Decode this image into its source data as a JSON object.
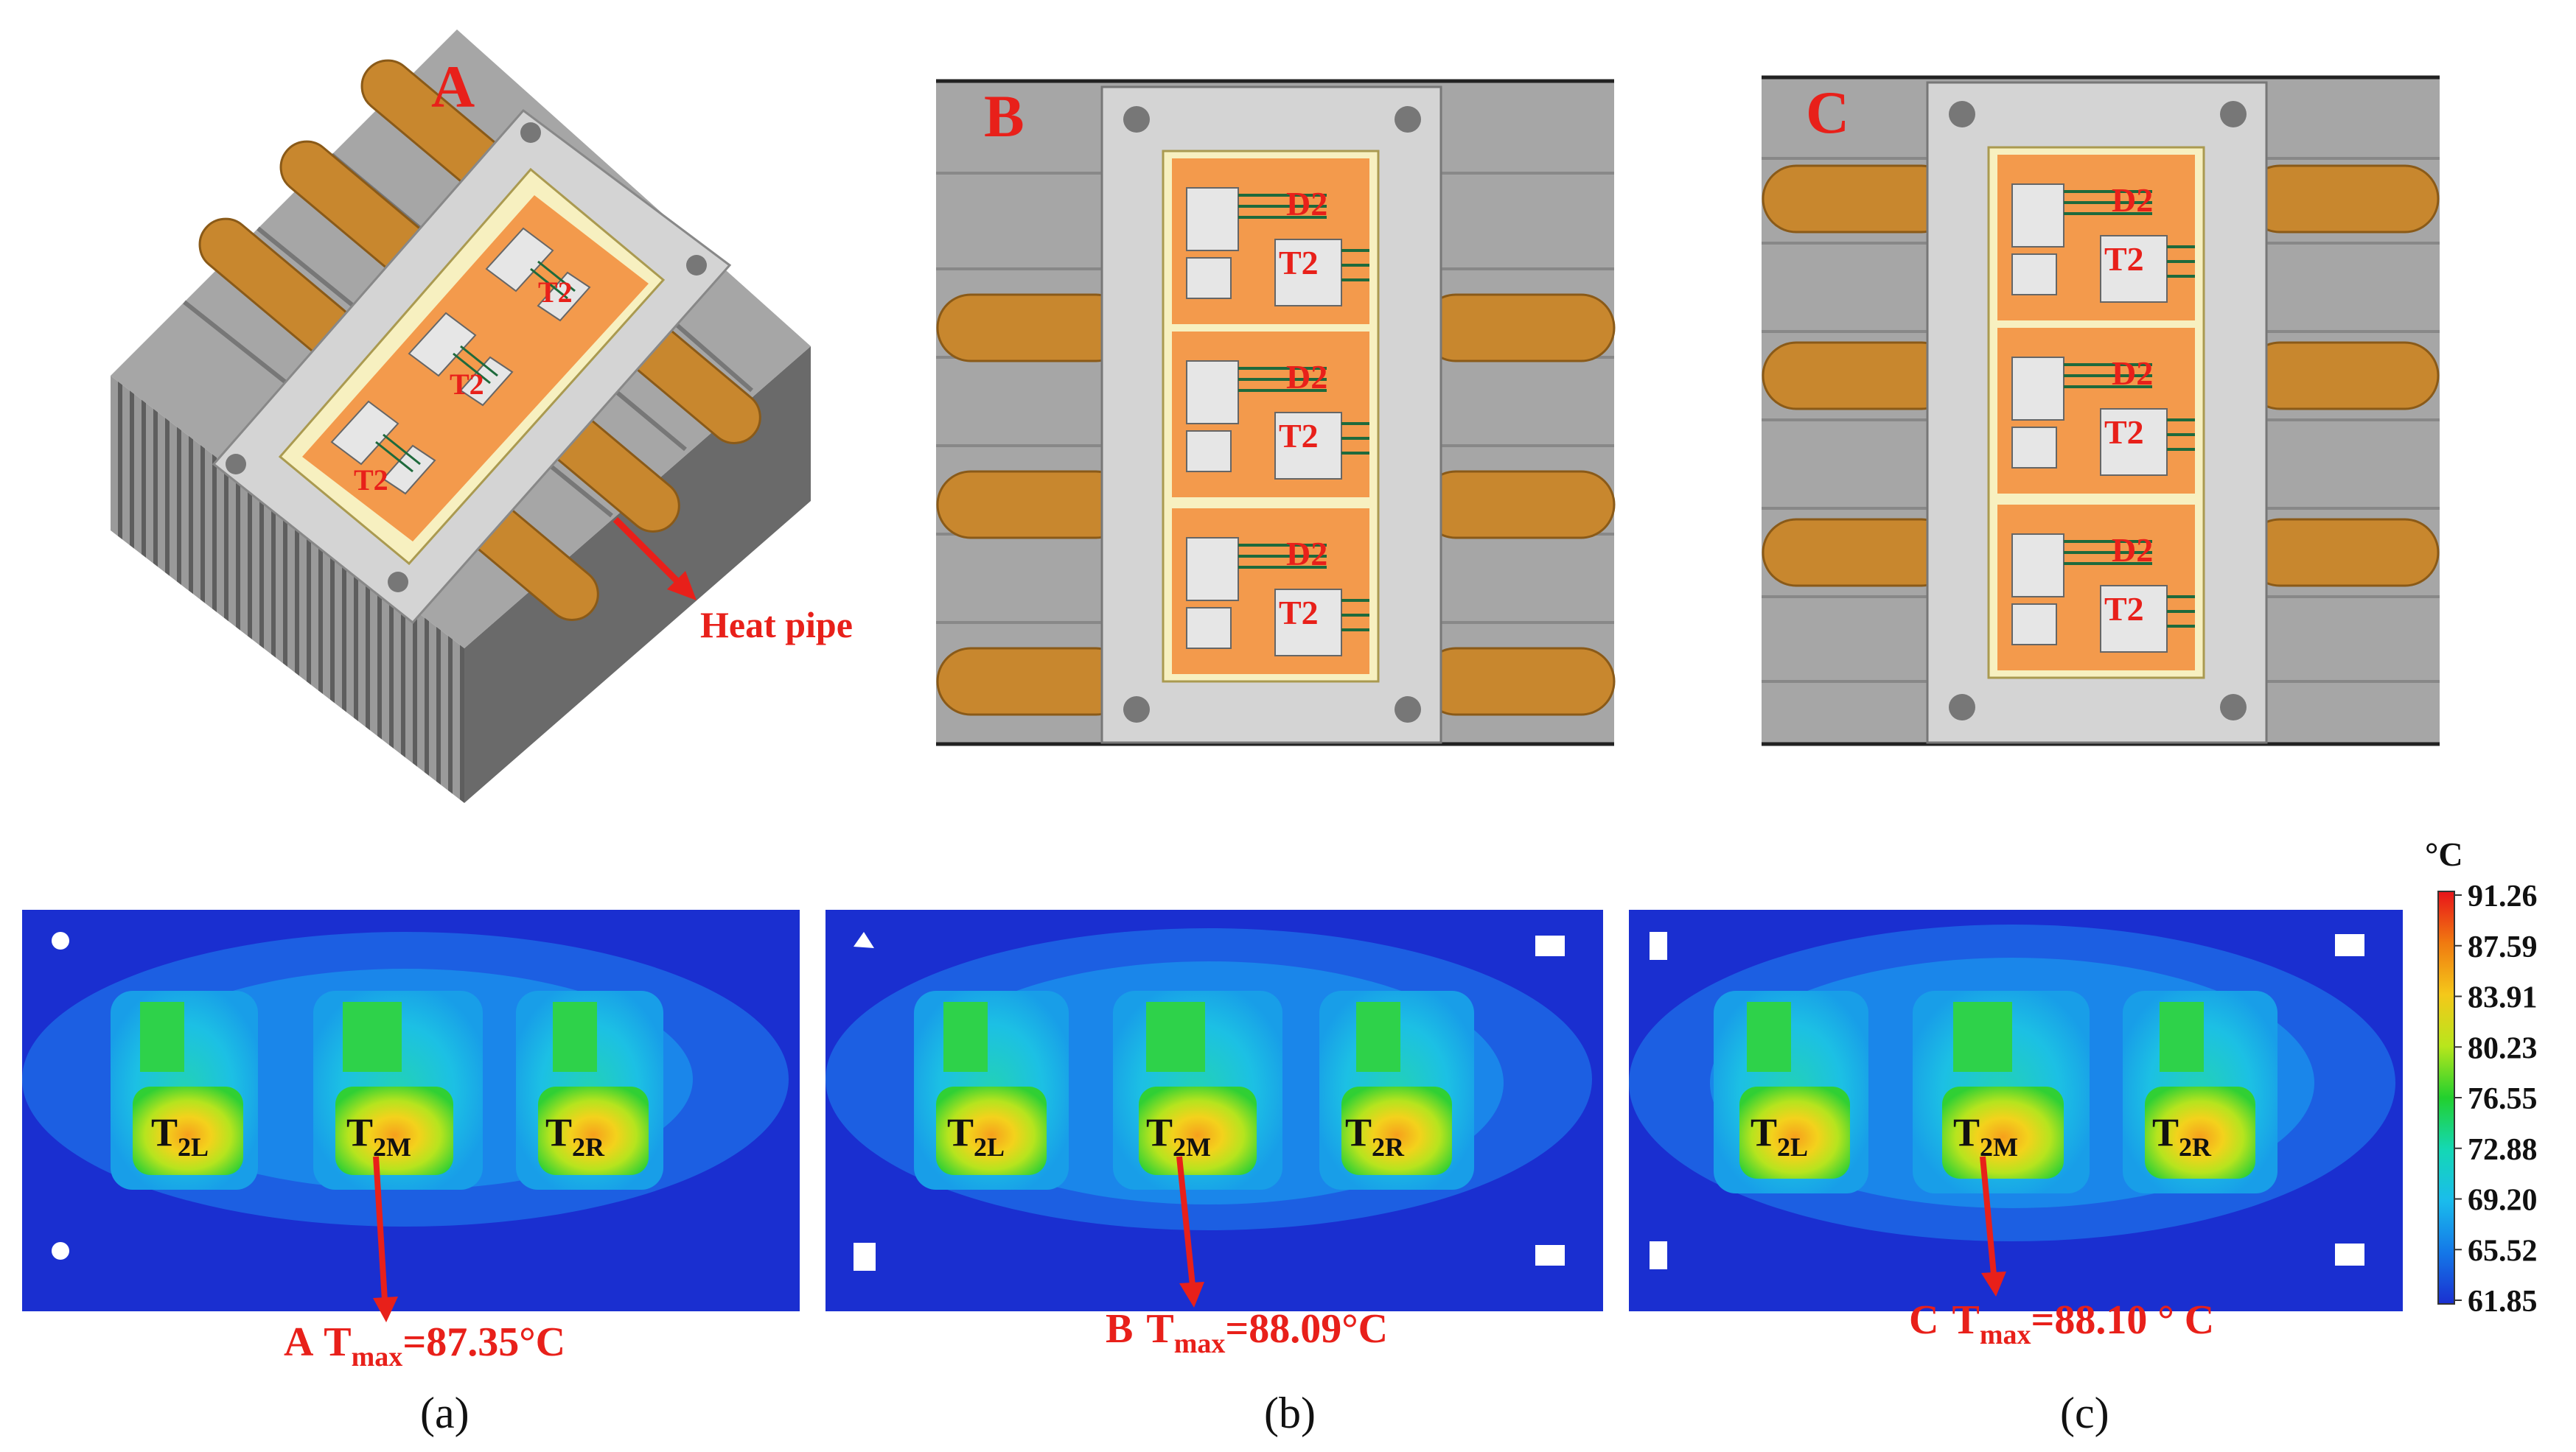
{
  "colors": {
    "label_red": "#e8201a",
    "heatsink_gray": "#8c8c8c",
    "plate_gray": "#d4d4d4",
    "heat_pipe": "#c8872e",
    "substrate": "#f7f0c0",
    "copper": "#f39a4c",
    "chip_gray": "#e6e6e6",
    "bond_green": "#1e6a3c"
  },
  "top_row": {
    "a": {
      "letter": "A",
      "heat_pipe_label": "Heat pipe",
      "chip_labels": [
        "T2",
        "T2",
        "T2"
      ]
    },
    "b": {
      "letter": "B",
      "chip_labels": [
        [
          "D2",
          "T2"
        ],
        [
          "D2",
          "T2"
        ],
        [
          "D2",
          "T2"
        ]
      ]
    },
    "c": {
      "letter": "C",
      "chip_labels": [
        [
          "D2",
          "T2"
        ],
        [
          "D2",
          "T2"
        ],
        [
          "D2",
          "T2"
        ]
      ]
    }
  },
  "thermal_maps": [
    {
      "id": "a",
      "label_prefix": "A",
      "tmax_symbol": "T",
      "tmax_sub": "max",
      "tmax_value": "=87.35°C",
      "chips": [
        {
          "main": "T",
          "sub": "2L"
        },
        {
          "main": "T",
          "sub": "2M"
        },
        {
          "main": "T",
          "sub": "2R"
        }
      ],
      "caption": "(a)"
    },
    {
      "id": "b",
      "label_prefix": "B",
      "tmax_symbol": "T",
      "tmax_sub": "max",
      "tmax_value": "=88.09°C",
      "chips": [
        {
          "main": "T",
          "sub": "2L"
        },
        {
          "main": "T",
          "sub": "2M"
        },
        {
          "main": "T",
          "sub": "2R"
        }
      ],
      "caption": "(b)"
    },
    {
      "id": "c",
      "label_prefix": "C",
      "tmax_symbol": "T",
      "tmax_sub": "max",
      "tmax_value": "=88.10 ° C",
      "chips": [
        {
          "main": "T",
          "sub": "2L"
        },
        {
          "main": "T",
          "sub": "2M"
        },
        {
          "main": "T",
          "sub": "2R"
        }
      ],
      "caption": "(c)"
    }
  ],
  "colorbar": {
    "unit": "°C",
    "ticks": [
      "91.26",
      "87.59",
      "83.91",
      "80.23",
      "76.55",
      "72.88",
      "69.20",
      "65.52",
      "61.85"
    ],
    "colors": [
      "#e8141a",
      "#f07a10",
      "#f4c81a",
      "#b8e61c",
      "#22d02e",
      "#14d8b4",
      "#1abcec",
      "#1478e8",
      "#1a2fd0"
    ]
  }
}
